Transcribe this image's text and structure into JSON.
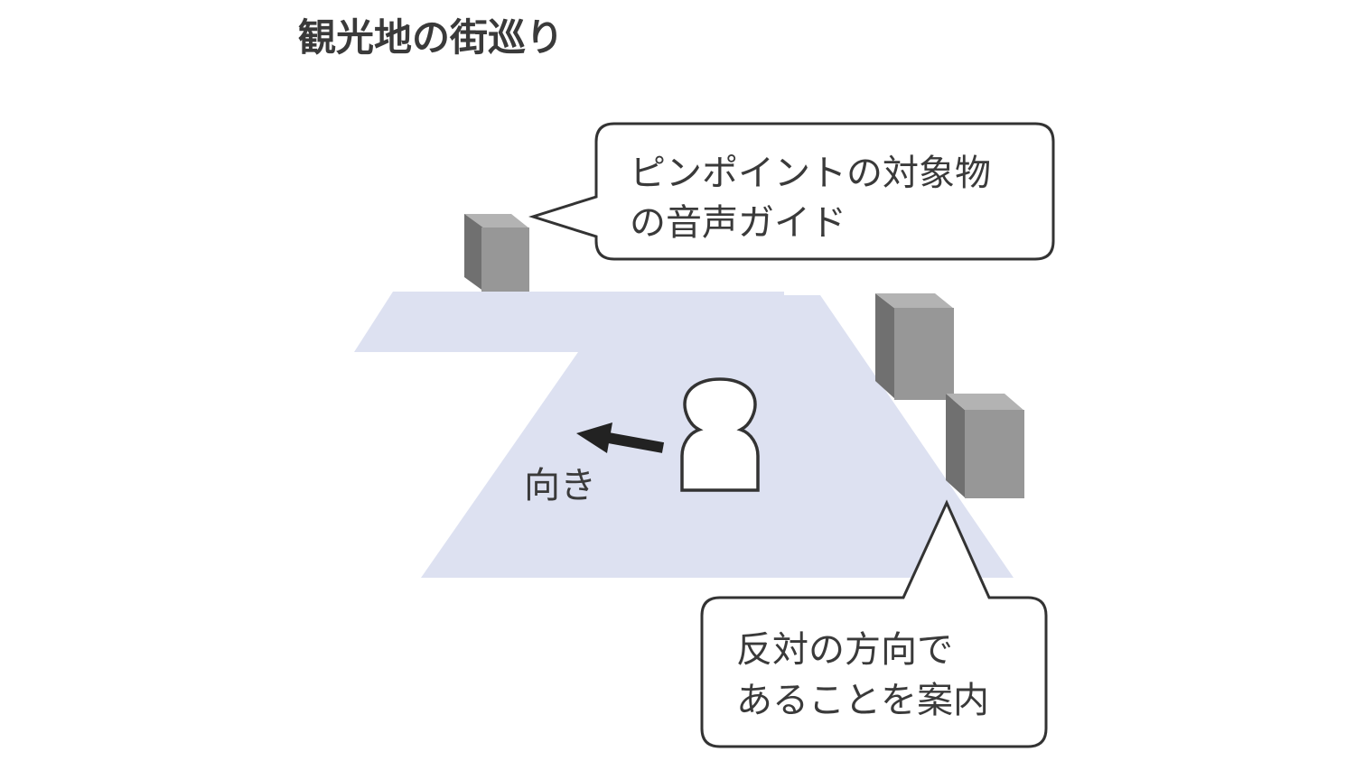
{
  "title": "観光地の街巡り",
  "callout_top": {
    "line1": "ピンポイントの対象物",
    "line2": "の音声ガイド"
  },
  "callout_bottom": {
    "line1": "反対の方向で",
    "line2": "あることを案内"
  },
  "direction_label": "向き",
  "colors": {
    "ground": "#dde1f1",
    "box_front": "#979797",
    "box_top": "#b3b3b3",
    "box_side": "#707070",
    "outline": "#333333",
    "text": "#3a3a3a"
  }
}
